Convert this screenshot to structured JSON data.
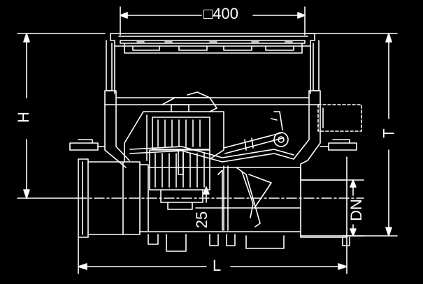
{
  "dimensions": {
    "width_label": "400",
    "width_prefix_symbol": "□",
    "height_label": "H",
    "total_height_label": "T",
    "nominal_diameter_label": "DN",
    "length_label": "L",
    "offset_label": "25"
  },
  "colors": {
    "background": "#000000",
    "line": "#ffffff"
  }
}
